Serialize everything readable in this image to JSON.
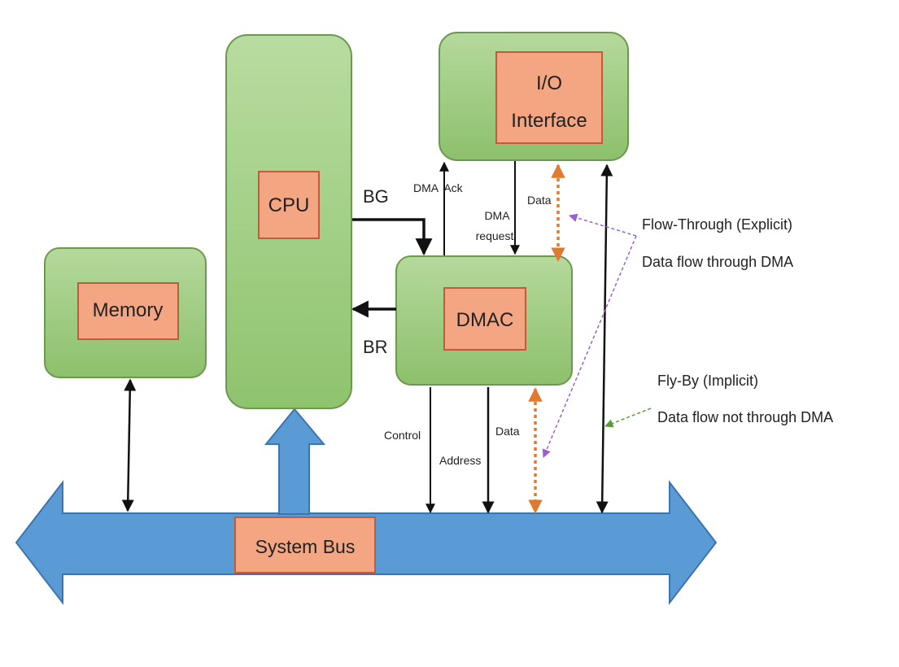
{
  "blocks": {
    "memory": "Memory",
    "cpu": "CPU",
    "io_line1": "I/O",
    "io_line2": "Interface",
    "dmac": "DMAC",
    "system_bus": "System Bus"
  },
  "signals": {
    "bg": "BG",
    "br": "BR",
    "dma_ack": "DMA  Ack",
    "dma_request_line1": "DMA",
    "dma_request_line2": "request",
    "data_top": "Data",
    "control": "Control",
    "address": "Address",
    "data_bottom": "Data"
  },
  "annotations": {
    "flow_through_title": "Flow-Through (Explicit)",
    "flow_through_desc": "Data flow through DMA",
    "fly_by_title": "Fly-By (Implicit)",
    "fly_by_desc": "Data flow not through DMA"
  },
  "colors": {
    "green_fill": "#a8d08d",
    "green_stroke": "#6b9a4e",
    "orange_fill": "#f4a582",
    "orange_stroke": "#c55a3a",
    "bus_blue": "#5b9bd5",
    "bus_stroke": "#3c74b0",
    "data_orange": "#e07a2e",
    "flow_purple": "#9a5fd0",
    "flyby_green": "#5a9a3a"
  }
}
